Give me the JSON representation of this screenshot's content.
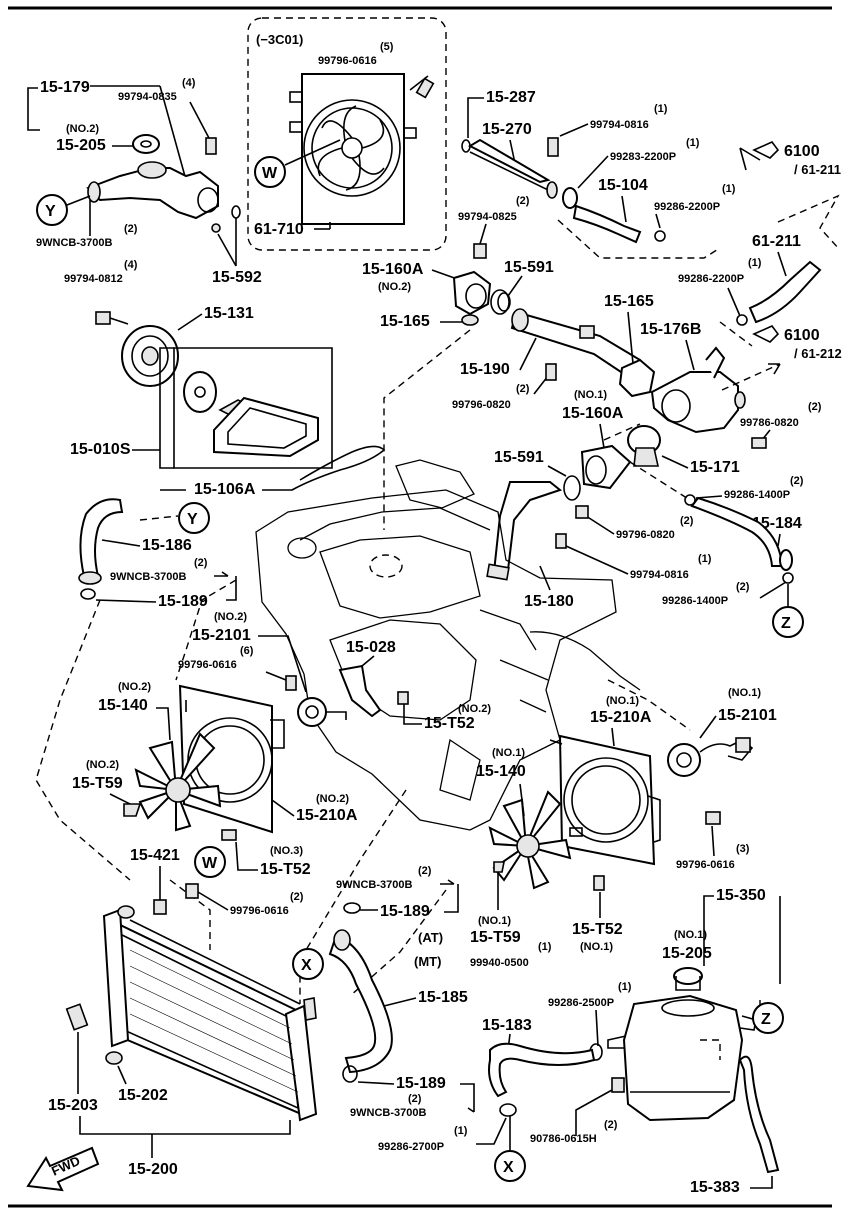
{
  "inset": {
    "code": "(−3C01)",
    "label": "61-710",
    "bolt": {
      "part": "99796-0616",
      "qty": "(5)"
    }
  },
  "markers": {
    "W": "W",
    "X": "X",
    "Y": "Y",
    "Z": "Z"
  },
  "references": {
    "ref1": {
      "main": "6100",
      "sub": "/ 61-211"
    },
    "ref2": {
      "main": "6100",
      "sub": "/ 61-212"
    }
  },
  "fwd": "FWD",
  "parts": {
    "p15_179": "15-179",
    "p99794_0835": "99794-0835",
    "q99794_0835": "(4)",
    "p15_205_no2_note": "(NO.2)",
    "p15_205_no2": "15-205",
    "p9wncb_top": "9WNCB-3700B",
    "q9wncb_top": "(2)",
    "p99794_0812": "99794-0812",
    "q99794_0812": "(4)",
    "p15_592": "15-592",
    "p15_131": "15-131",
    "p15_010s": "15-010S",
    "p15_106a": "15-106A",
    "p15_287": "15-287",
    "p15_270": "15-270",
    "p99794_0816_top": "99794-0816",
    "q99794_0816_top": "(1)",
    "p99283_2200p": "99283-2200P",
    "q99283_2200p": "(1)",
    "p15_104": "15-104",
    "p99286_2200p_a": "99286-2200P",
    "q99286_2200p_a": "(1)",
    "p99794_0825": "99794-0825",
    "q99794_0825": "(2)",
    "p15_160a_no2": "15-160A",
    "n15_160a_no2": "(NO.2)",
    "p15_591_top": "15-591",
    "p15_165_left": "15-165",
    "p15_165_right": "15-165",
    "p15_176b": "15-176B",
    "p61_211": "61-211",
    "p99286_2200p_b": "99286-2200P",
    "q99286_2200p_b": "(1)",
    "p15_190": "15-190",
    "p99796_0820_a": "99796-0820",
    "q99796_0820_a": "(2)",
    "n15_160a_no1": "(NO.1)",
    "p15_160a_no1": "15-160A",
    "p99786_0820": "99786-0820",
    "q99786_0820": "(2)",
    "p15_591_mid": "15-591",
    "p15_171": "15-171",
    "p99286_1400p_a": "99286-1400P",
    "q99286_1400p_a": "(2)",
    "p99796_0820_b": "99796-0820",
    "q99796_0820_b": "(2)",
    "p15_184": "15-184",
    "p99794_0816_mid": "99794-0816",
    "q99794_0816_mid": "(1)",
    "p15_180": "15-180",
    "p99286_1400p_b": "99286-1400P",
    "q99286_1400p_b": "(2)",
    "p15_186": "15-186",
    "p9wncb_mid": "9WNCB-3700B",
    "q9wncb_mid": "(2)",
    "p15_189_top": "15-189",
    "n15_2101_no2": "(NO.2)",
    "p15_2101_no2": "15-2101",
    "p99796_0616_a": "99796-0616",
    "q99796_0616_a": "(6)",
    "p15_028": "15-028",
    "n15_t52_no2": "(NO.2)",
    "p15_t52_no2": "15-T52",
    "n15_140_no2": "(NO.2)",
    "p15_140_no2": "15-140",
    "n15_t59_no2": "(NO.2)",
    "p15_t59_no2": "15-T59",
    "n15_210a_no2": "(NO.2)",
    "p15_210a_no2": "15-210A",
    "n15_t52_no3": "(NO.3)",
    "p15_t52_no3": "15-T52",
    "n15_210a_no1": "(NO.1)",
    "p15_210a_no1": "15-210A",
    "n15_2101_no1": "(NO.1)",
    "p15_2101_no1": "15-2101",
    "n15_140_no1": "(NO.1)",
    "p15_140_no1": "15-140",
    "p99796_0616_c": "99796-0616",
    "q99796_0616_c": "(3)",
    "p15_421": "15-421",
    "p99796_0616_b": "99796-0616",
    "q99796_0616_b": "(2)",
    "p9wncb_low": "9WNCB-3700B",
    "q9wncb_low": "(2)",
    "p15_189_mid": "15-189",
    "at_note": "(AT)",
    "n15_t59_no1": "(NO.1)",
    "p15_t59_no1": "15-T59",
    "mt_note": "(MT)",
    "p99940_0500": "99940-0500",
    "q99940_0500": "(1)",
    "p15_t52_no1": "15-T52",
    "n15_t52_no1": "(NO.1)",
    "p15_350": "15-350",
    "n15_205_no1": "(NO.1)",
    "p15_205_no1": "15-205",
    "p15_185": "15-185",
    "p99286_2500p": "99286-2500P",
    "q99286_2500p": "(1)",
    "p15_183": "15-183",
    "p15_203": "15-203",
    "p15_202": "15-202",
    "p15_189_low": "15-189",
    "p9wncb_bot": "9WNCB-3700B",
    "q9wncb_bot": "(2)",
    "p99286_2700p": "99286-2700P",
    "q99286_2700p": "(1)",
    "p90786_0615h": "90786-0615H",
    "q90786_0615h": "(2)",
    "p15_200": "15-200",
    "p15_383": "15-383"
  }
}
